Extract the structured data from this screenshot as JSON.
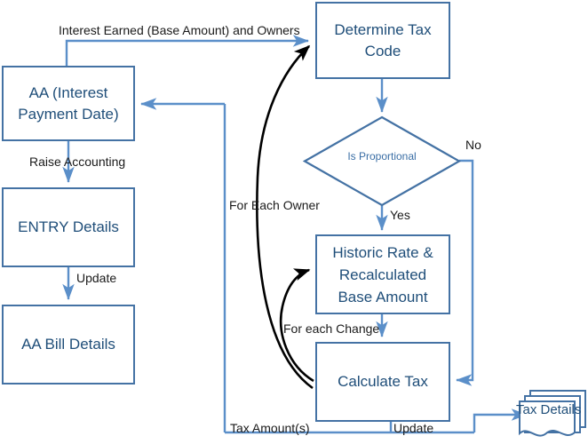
{
  "diagram": {
    "title": "Tax Calculation Flow",
    "colors": {
      "shape_border": "#4472A4",
      "shape_text": "#1F4E79",
      "connector_blue": "#5B8FC9",
      "connector_black": "#000000",
      "background": "#FFFFFF"
    },
    "nodes": [
      {
        "id": "aa_interest",
        "label": "AA (Interest Payment Date)",
        "shape": "process"
      },
      {
        "id": "entry_details",
        "label": "ENTRY Details",
        "shape": "process"
      },
      {
        "id": "aa_bill_details",
        "label": "AA Bill Details",
        "shape": "process"
      },
      {
        "id": "determine_tax_code",
        "label": "Determine Tax Code",
        "shape": "process"
      },
      {
        "id": "is_proportional",
        "label": "Is Proportional",
        "shape": "decision"
      },
      {
        "id": "historic_rate",
        "label": "Historic Rate & Recalculated Base Amount",
        "shape": "process"
      },
      {
        "id": "calculate_tax",
        "label": "Calculate Tax",
        "shape": "process"
      },
      {
        "id": "tax_details",
        "label": "Tax Details",
        "shape": "multi-document"
      }
    ],
    "edge_labels": [
      {
        "id": "interest_earned",
        "text": "Interest Earned (Base Amount) and Owners"
      },
      {
        "id": "raise_accounting",
        "text": "Raise Accounting"
      },
      {
        "id": "update_left",
        "text": "Update"
      },
      {
        "id": "for_each_owner",
        "text": "For Each Owner"
      },
      {
        "id": "no_branch",
        "text": "No"
      },
      {
        "id": "yes_branch",
        "text": "Yes"
      },
      {
        "id": "for_each_change",
        "text": "For each Change"
      },
      {
        "id": "tax_amounts",
        "text": "Tax Amount(s)"
      },
      {
        "id": "update_bottom",
        "text": "Update"
      }
    ]
  }
}
